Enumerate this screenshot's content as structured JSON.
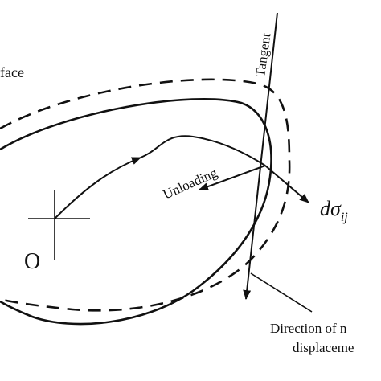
{
  "labels": {
    "surface_fragment": "face",
    "tangent": "Tangent",
    "unloading": "Unloading",
    "d_symbol": "d",
    "sigma_symbol": "σ",
    "subscript": "ij",
    "origin": "O",
    "direction_line1": "Direction of n",
    "direction_line2": "displaceme"
  },
  "colors": {
    "ink": "#111111",
    "background": "#ffffff"
  }
}
